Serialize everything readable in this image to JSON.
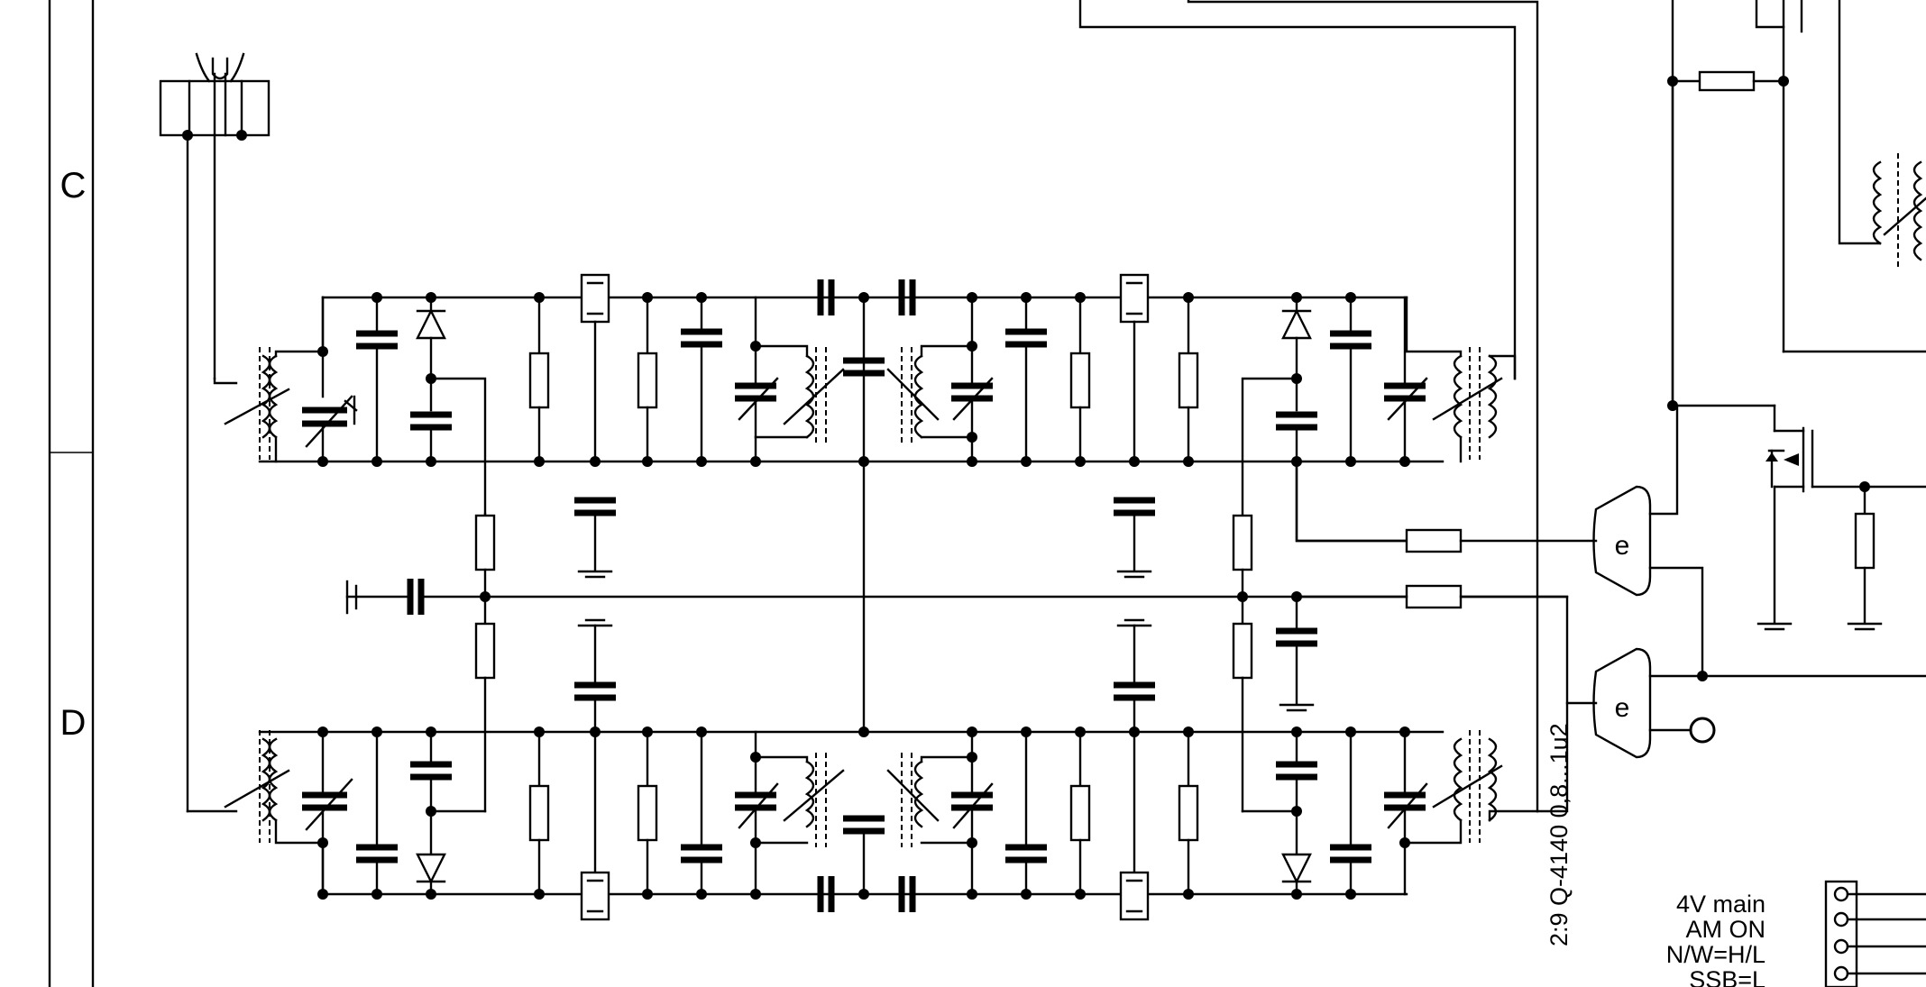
{
  "grid": {
    "rows": [
      "C",
      "D"
    ]
  },
  "gates": [
    {
      "id": "upper",
      "label": "e"
    },
    {
      "id": "lower",
      "label": "e"
    }
  ],
  "filter_note": "2:9 Q-4140 0,8...1u2",
  "connector_notes": [
    "4V main",
    "AM ON",
    "N/W=H/L",
    "SSB=L"
  ]
}
